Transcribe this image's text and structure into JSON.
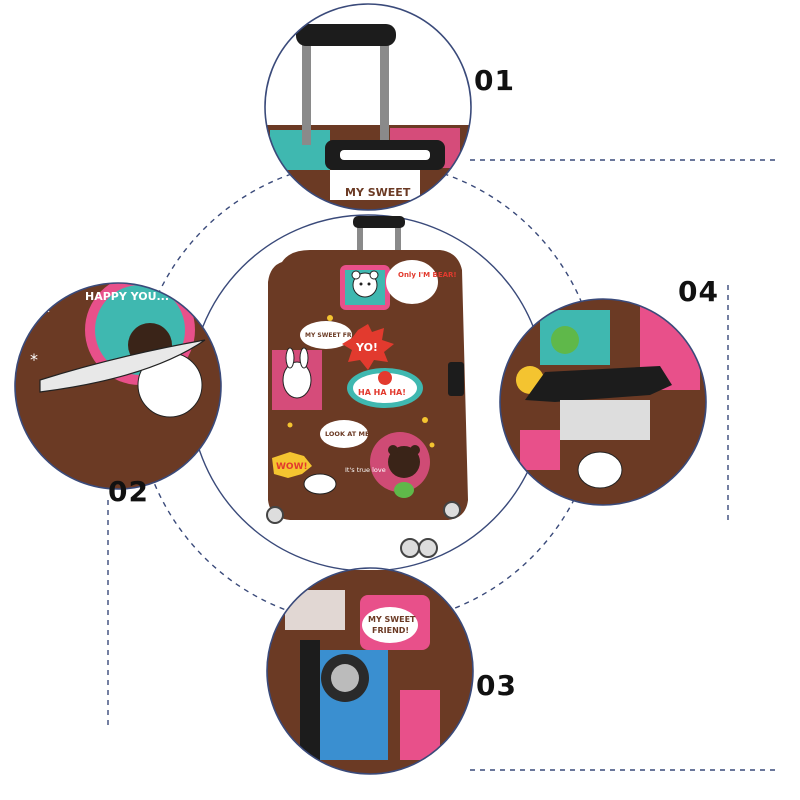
{
  "callouts": [
    {
      "id": "01",
      "label": "01",
      "detail": "telescopic handle"
    },
    {
      "id": "02",
      "label": "02",
      "detail": "side zipper opening"
    },
    {
      "id": "03",
      "label": "03",
      "detail": "wheel cutouts"
    },
    {
      "id": "04",
      "label": "04",
      "detail": "side handle opening"
    }
  ],
  "print_text": {
    "my_sweet_friend": "MY SWEET FRIEND!",
    "yo": "YO!",
    "ha_ha_ha": "HA HA HA!",
    "look_at_me": "LOOK AT ME",
    "wow": "WOW!",
    "its_true_love": "It's true love",
    "only_im_bear": "Only I'M BEAR!",
    "happy_you": "HAPPY YOU...",
    "my_sweet_top": "MY SWEET"
  },
  "colors": {
    "cover_brown": "#6b3a24",
    "dashed_line": "#3a4a7a",
    "handle_black": "#1c1c1c",
    "accent_pink": "#e8508a",
    "accent_teal": "#3fb8b0",
    "accent_green": "#5fb84a",
    "accent_red": "#e23a2e",
    "accent_yellow": "#f4c430"
  }
}
